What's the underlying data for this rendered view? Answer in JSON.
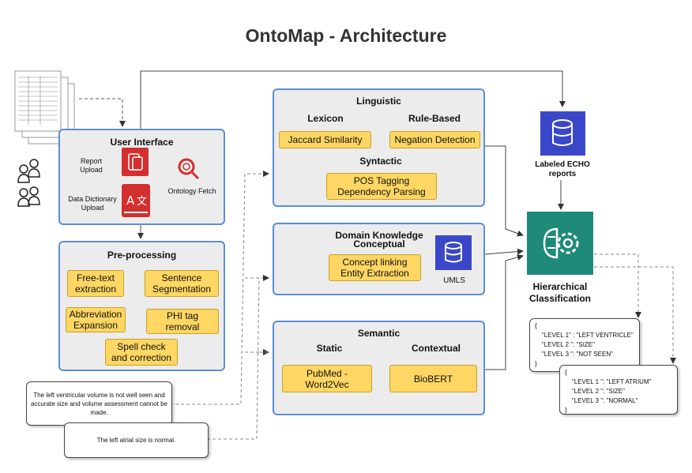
{
  "title": "OntoMap - Architecture",
  "user_interface": {
    "title": "User Interface",
    "report_upload": "Report\nUpload",
    "data_dictionary_upload": "Data Dictionary\nUpload",
    "ontology_fetch": "Ontology Fetch"
  },
  "preprocessing": {
    "title": "Pre-processing",
    "steps": [
      "Free-text\nextraction",
      "Sentence\nSegmentation",
      "PHI tag\nremoval",
      "Abbreviation\nExpansion",
      "Spell check\nand correction"
    ]
  },
  "linguistic": {
    "title": "Linguistic",
    "lexicon": "Lexicon",
    "rule_based": "Rule-Based",
    "syntactic": "Syntactic",
    "jaccard": "Jaccard Similarity",
    "negation": "Negation Detection",
    "pos": "POS Tagging\nDependency Parsing"
  },
  "domain": {
    "title": "Domain Knowledge",
    "conceptual": "Conceptual",
    "concept_linking": "Concept linking\nEntity Extraction",
    "umls": "UMLS"
  },
  "semantic": {
    "title": "Semantic",
    "static": "Static",
    "contextual": "Contextual",
    "pubmed": "PubMed -\nWord2Vec",
    "biobert": "BioBERT"
  },
  "labeled": "Labeled ECHO\nreports",
  "hierarchical": "Hierarchical\nClassification",
  "notes": {
    "note1": "The left ventricular volume is not well seen and accurate size and volume assessment cannot be made.",
    "note2": "The left atrial size is normal."
  },
  "output1": [
    "{",
    "    \"LEVEL 1\" : \"LEFT VENTRICLE\"",
    "    \"LEVEL 2 \": \"SIZE\"",
    "    \"LEVEL 3 \": \"NOT SEEN\"",
    "}"
  ],
  "output2": [
    "{",
    "    \"LEVEL 1 \": \"LEFT ATRIUM\"",
    "    \"LEVEL 2 \": \"SIZE\"",
    "    \"LEVEL 3 \": \"NORMAL\"",
    "}"
  ],
  "colors": {
    "panel_border": "#5b8fd6",
    "panel_fill": "#ececec",
    "box_fill": "#fdd663",
    "db_blue": "#3b47c9",
    "teal": "#1f8a7a",
    "red": "#d32f2f"
  }
}
